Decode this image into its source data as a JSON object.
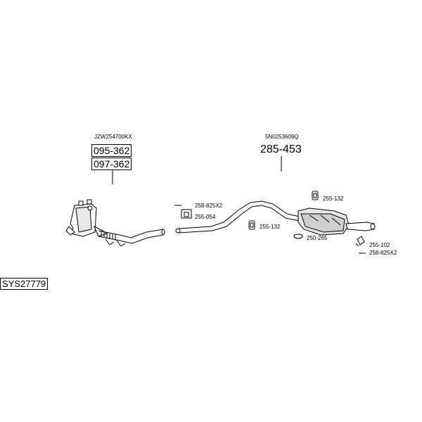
{
  "diagram": {
    "system_id": "SYS27779",
    "groups": [
      {
        "oem_ref": "JZW254700KX",
        "parts": [
          "095-362",
          "097-362"
        ]
      },
      {
        "oem_ref": "5N0253609Q",
        "parts": [
          "285-453"
        ]
      }
    ],
    "callouts": {
      "clamp_left": "258-825X2",
      "hanger_left": "255-054",
      "rubber_mid": "255-132",
      "rubber_right_top": "255-132",
      "gasket_ring": "250-265",
      "bracket_right": "255-102",
      "clamp_right": "258-825X2"
    }
  }
}
